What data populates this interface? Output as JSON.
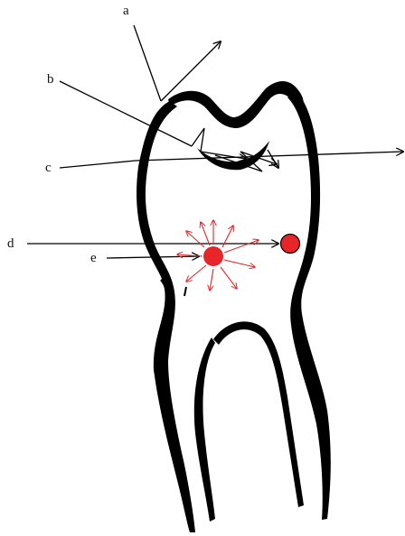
{
  "labels": {
    "a": "a",
    "b": "b",
    "c": "c",
    "d": "d",
    "e": "e"
  },
  "colors": {
    "outline": "#000000",
    "line": "#000000",
    "marker": "#e8262a",
    "arrow_red": "#e8262a"
  }
}
